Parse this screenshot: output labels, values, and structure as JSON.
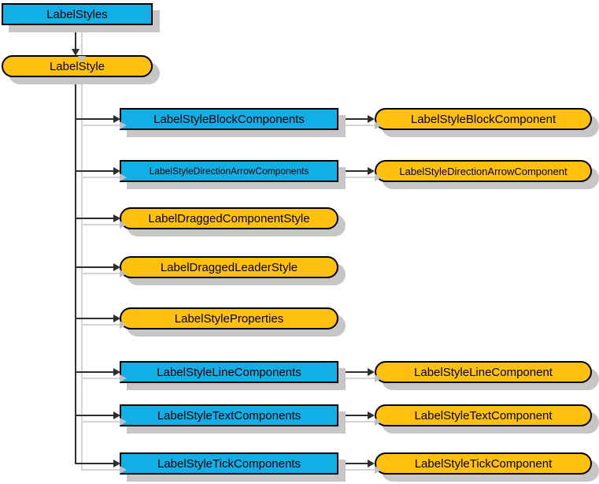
{
  "diagram": {
    "title": "LabelStyles schema diagram",
    "colors": {
      "rect_fill": "#12aee6",
      "pill_fill": "#ffc10e",
      "border": "#000000",
      "line": "#2e2e2e",
      "line_shadow": "#d5d5d5",
      "box_shadow": "#c6c6c6",
      "background": "#ffffff"
    },
    "root": {
      "label": "LabelStyles",
      "shape": "rect"
    },
    "parent": {
      "label": "LabelStyle",
      "shape": "pill"
    },
    "rows": [
      {
        "left": {
          "label": "LabelStyleBlockComponents",
          "shape": "rect"
        },
        "right": {
          "label": "LabelStyleBlockComponent",
          "shape": "pill"
        }
      },
      {
        "left": {
          "label": "LabelStyleDirectionArrowComponents",
          "shape": "rect"
        },
        "right": {
          "label": "LabelStyleDirectionArrowComponent",
          "shape": "pill"
        }
      },
      {
        "left": {
          "label": "LabelDraggedComponentStyle",
          "shape": "pill"
        }
      },
      {
        "left": {
          "label": "LabelDraggedLeaderStyle",
          "shape": "pill"
        }
      },
      {
        "left": {
          "label": "LabelStyleProperties",
          "shape": "pill"
        }
      },
      {
        "left": {
          "label": "LabelStyleLineComponents",
          "shape": "rect"
        },
        "right": {
          "label": "LabelStyleLineComponent",
          "shape": "pill"
        }
      },
      {
        "left": {
          "label": "LabelStyleTextComponents",
          "shape": "rect"
        },
        "right": {
          "label": "LabelStyleTextComponent",
          "shape": "pill"
        }
      },
      {
        "left": {
          "label": "LabelStyleTickComponents",
          "shape": "rect"
        },
        "right": {
          "label": "LabelStyleTickComponent",
          "shape": "pill"
        }
      }
    ]
  }
}
